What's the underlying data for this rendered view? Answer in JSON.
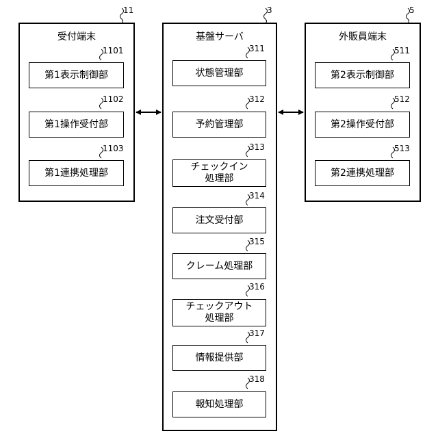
{
  "terminal": {
    "ref": "11",
    "title": "受付端末",
    "units": [
      {
        "ref": "1101",
        "label": "第1表示制御部"
      },
      {
        "ref": "1102",
        "label": "第1操作受付部"
      },
      {
        "ref": "1103",
        "label": "第1連携処理部"
      }
    ]
  },
  "server": {
    "ref": "3",
    "title": "基盤サーバ",
    "units": [
      {
        "ref": "311",
        "label": "状態管理部"
      },
      {
        "ref": "312",
        "label": "予約管理部"
      },
      {
        "ref": "313",
        "label": "チェックイン\n処理部"
      },
      {
        "ref": "314",
        "label": "注文受付部"
      },
      {
        "ref": "315",
        "label": "クレーム処理部"
      },
      {
        "ref": "316",
        "label": "チェックアウト\n処理部"
      },
      {
        "ref": "317",
        "label": "情報提供部"
      },
      {
        "ref": "318",
        "label": "報知処理部"
      }
    ]
  },
  "sales": {
    "ref": "5",
    "title": "外販員端末",
    "units": [
      {
        "ref": "511",
        "label": "第2表示制御部"
      },
      {
        "ref": "512",
        "label": "第2操作受付部"
      },
      {
        "ref": "513",
        "label": "第2連携処理部"
      }
    ]
  }
}
